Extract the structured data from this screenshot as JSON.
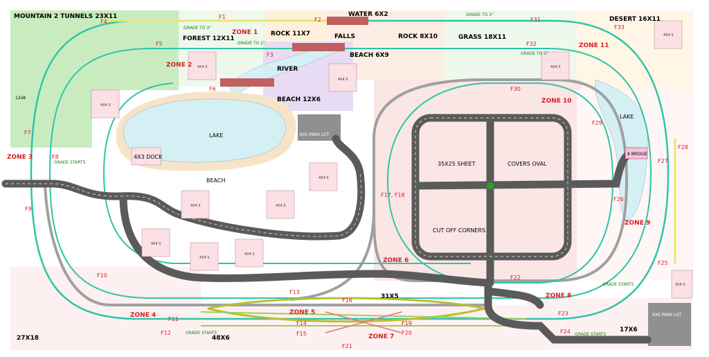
{
  "areas": [
    {
      "id": "mountain",
      "text": "MOUNTAIN 2 TUNNELS 23X11"
    },
    {
      "id": "forest",
      "text": "FOREST 12X11"
    },
    {
      "id": "rock11",
      "text": "ROCK 11X7"
    },
    {
      "id": "water",
      "text": "WATER 6X2"
    },
    {
      "id": "falls",
      "text": "FALLS"
    },
    {
      "id": "rock8",
      "text": "ROCK 8X10"
    },
    {
      "id": "beach69",
      "text": "BEACH 6X9"
    },
    {
      "id": "grass",
      "text": "GRASS 18X11"
    },
    {
      "id": "desert",
      "text": "DESERT 16X11"
    },
    {
      "id": "river",
      "text": "RIVER"
    },
    {
      "id": "beach126",
      "text": "BEACH 12X6"
    },
    {
      "id": "lake1",
      "text": "LAKE"
    },
    {
      "id": "beach",
      "text": "BEACH"
    },
    {
      "id": "lake2",
      "text": "LAKE"
    },
    {
      "id": "dock",
      "text": "4X3 DOCK"
    },
    {
      "id": "park65",
      "text": "6X5 PARK LOT"
    },
    {
      "id": "sheet",
      "text": "35X25 SHEET"
    },
    {
      "id": "covers",
      "text": "COVERS OVAL"
    },
    {
      "id": "cutoff",
      "text": "CUT OFF CORNERS"
    },
    {
      "id": "bridge",
      "text": "8 BRIDGE"
    },
    {
      "id": "a31x5",
      "text": "31X5"
    },
    {
      "id": "a48x6",
      "text": "48X6"
    },
    {
      "id": "a27x18",
      "text": "27X18"
    },
    {
      "id": "a17x6",
      "text": "17X6"
    },
    {
      "id": "park66",
      "text": "6X6 PARK LOT"
    },
    {
      "id": "a12x8",
      "text": "12x8"
    }
  ],
  "zones": [
    {
      "id": "z1",
      "text": "ZONE 1"
    },
    {
      "id": "z2",
      "text": "ZONE 2"
    },
    {
      "id": "z3",
      "text": "ZONE 3"
    },
    {
      "id": "z4",
      "text": "ZONE 4"
    },
    {
      "id": "z5",
      "text": "ZONE 5"
    },
    {
      "id": "z6",
      "text": "ZONE 6"
    },
    {
      "id": "z7",
      "text": "ZONE 7"
    },
    {
      "id": "z8",
      "text": "ZONE 8"
    },
    {
      "id": "z9",
      "text": "ZONE 9"
    },
    {
      "id": "z10",
      "text": "ZONE 10"
    },
    {
      "id": "z11",
      "text": "ZONE 11"
    }
  ],
  "feeders": [
    {
      "id": "f1",
      "text": "F1"
    },
    {
      "id": "f2",
      "text": "F2"
    },
    {
      "id": "f3",
      "text": "F3"
    },
    {
      "id": "f4",
      "text": "F4"
    },
    {
      "id": "f5",
      "text": "F5"
    },
    {
      "id": "f6",
      "text": "F6"
    },
    {
      "id": "f7",
      "text": "F7"
    },
    {
      "id": "f8",
      "text": "F8"
    },
    {
      "id": "f9",
      "text": "F9"
    },
    {
      "id": "f10",
      "text": "F10"
    },
    {
      "id": "f11",
      "text": "F11"
    },
    {
      "id": "f12",
      "text": "F12"
    },
    {
      "id": "f13",
      "text": "F13"
    },
    {
      "id": "f14",
      "text": "F14"
    },
    {
      "id": "f15",
      "text": "F15"
    },
    {
      "id": "f16",
      "text": "F16"
    },
    {
      "id": "f1718",
      "text": "F17, F18"
    },
    {
      "id": "f19",
      "text": "F19"
    },
    {
      "id": "f20",
      "text": "F20"
    },
    {
      "id": "f21",
      "text": "F21"
    },
    {
      "id": "f22",
      "text": "F22"
    },
    {
      "id": "f23",
      "text": "F23"
    },
    {
      "id": "f24",
      "text": "F24"
    },
    {
      "id": "f25",
      "text": "F25"
    },
    {
      "id": "f26",
      "text": "F26"
    },
    {
      "id": "f27",
      "text": "F27"
    },
    {
      "id": "f28",
      "text": "F28"
    },
    {
      "id": "f29",
      "text": "F29"
    },
    {
      "id": "f30",
      "text": "F30"
    },
    {
      "id": "f31",
      "text": "F31"
    },
    {
      "id": "f32",
      "text": "F32"
    },
    {
      "id": "f33",
      "text": "F33"
    }
  ],
  "grades": [
    {
      "id": "g1",
      "text": "GRADE TO 3\""
    },
    {
      "id": "g2",
      "text": "GRADE TO 2\""
    },
    {
      "id": "g3",
      "text": "GRADE TO 3\""
    },
    {
      "id": "g4",
      "text": "GRADE TO 2\""
    },
    {
      "id": "g5",
      "text": "GRADE STARTS"
    },
    {
      "id": "g6",
      "text": "GRADE STARTS"
    },
    {
      "id": "g7",
      "text": "GRADE STARTS"
    },
    {
      "id": "g8",
      "text": "GRADE STARTS"
    }
  ],
  "boxes_label": "4X4 S",
  "box_3x4": "3X4 S",
  "colors": {
    "track": "#2ec4a8",
    "road": "#5a5a5a",
    "mountain": "#c8ecc0",
    "beach": "#f6e4c8",
    "water": "#d4f0f4",
    "pink": "#fbe6e6",
    "violet": "#e8dcf4",
    "sand": "#fff0dc",
    "flesh": "#f3d6c6"
  }
}
